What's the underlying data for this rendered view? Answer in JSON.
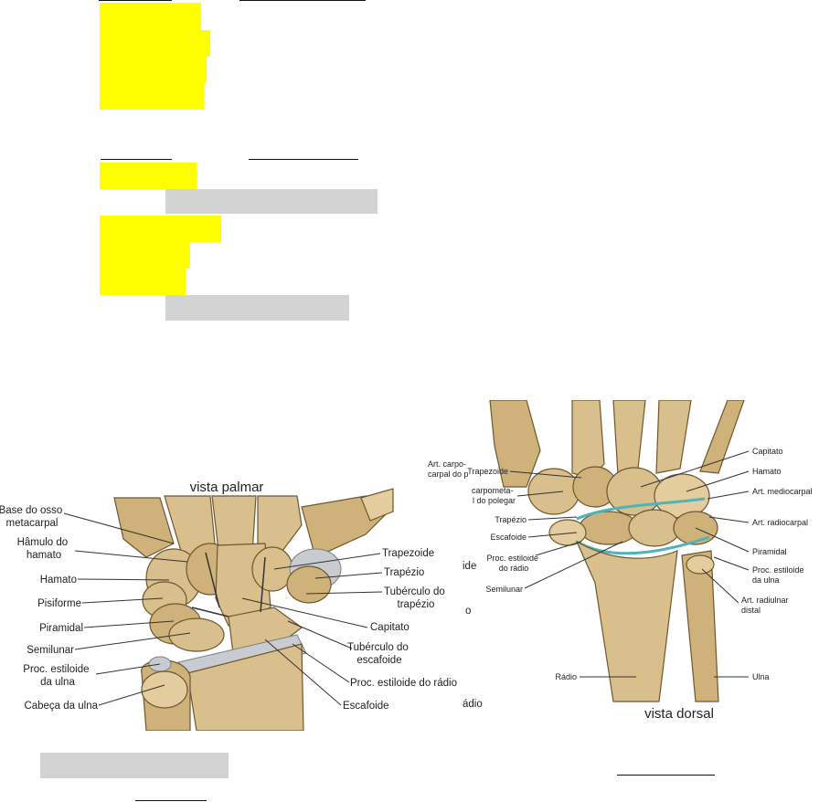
{
  "figure_palmar": {
    "title": "vista palmar",
    "labels": {
      "base_metacarpal": [
        "Base do osso",
        "metacarpal"
      ],
      "hamulo": [
        "Hâmulo do",
        "hamato"
      ],
      "hamato": "Hamato",
      "pisiforme": "Pisiforme",
      "piramidal": "Piramidal",
      "semilunar": "Semilunar",
      "proc_ulna": [
        "Proc. estiloide",
        "da ulna"
      ],
      "cabeca_ulna": "Cabeça da ulna",
      "trapezoide": "Trapezoide",
      "trapezio": "Trapézio",
      "tuberculo_trapezio": [
        "Tubérculo do",
        "trapézio"
      ],
      "capitato": "Capitato",
      "tuberculo_escafoide": [
        "Tubérculo do",
        "escafoide"
      ],
      "proc_radio": "Proc. estiloide do rádio",
      "escafoide": "Escafoide",
      "cut_1": "ide",
      "cut_2": "o",
      "cut_3": "ádio"
    }
  },
  "figure_dorsal": {
    "title": "vista dorsal",
    "labels": {
      "art_carpo_1": "Art. carpo-",
      "art_carpo_2": "carpal do p",
      "trapezoide": "Trapezoide",
      "carpometa": [
        "carpometa-",
        "l do polegar"
      ],
      "trapezio": "Trapézio",
      "escafoide": "Escafoide",
      "proc_radio": [
        "Proc. estiloide",
        "do rádio"
      ],
      "semilunar": "Semilunar",
      "radio": "Rádio",
      "capitato": "Capitato",
      "hamato": "Hamato",
      "art_mediocarpal": "Art. mediocarpal",
      "art_radiocarpal": "Art. radiocarpal",
      "piramidal": "Piramidal",
      "proc_ulna": [
        "Proc. estiloide",
        "da ulna"
      ],
      "art_radiulnar": [
        "Art. radiulnar",
        "distal"
      ],
      "ulna": "Ulna"
    }
  }
}
